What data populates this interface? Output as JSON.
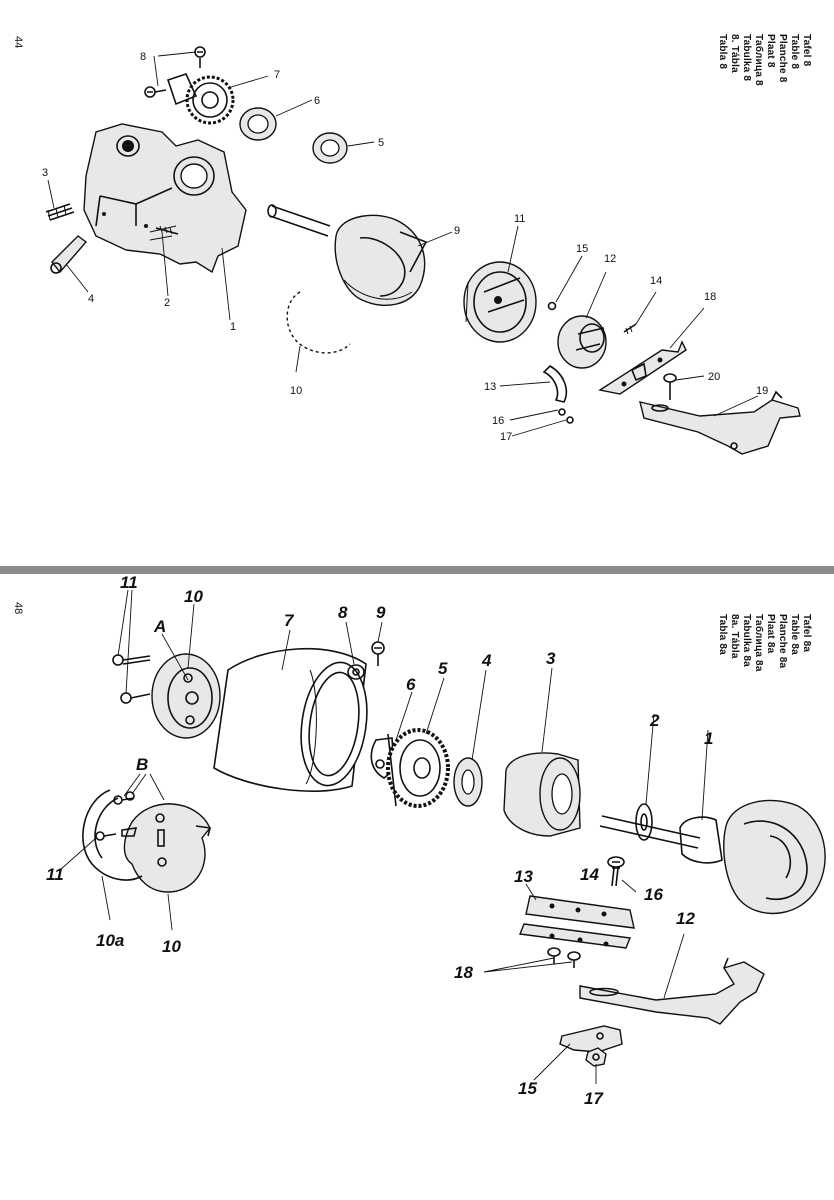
{
  "page_top": {
    "page_number": "44",
    "plate_titles": [
      "Tafel 8",
      "Table 8",
      "Planche 8",
      "Plaat 8",
      "Таблица 8",
      "Tabulka 8",
      "8. Tábla",
      "Tabla 8"
    ],
    "callouts": [
      "1",
      "2",
      "3",
      "4",
      "5",
      "6",
      "7",
      "8",
      "9",
      "10",
      "11",
      "12",
      "13",
      "14",
      "15",
      "16",
      "17",
      "18",
      "19",
      "20"
    ]
  },
  "page_bottom": {
    "page_number": "48",
    "plate_titles": [
      "Tafel 8a",
      "Table 8a",
      "Planche 8a",
      "Plaat 8a",
      "Таблица 8a",
      "Tabulka 8a",
      "8a. Tábla",
      "Tabla 8a"
    ],
    "callouts": [
      "11",
      "10",
      "7",
      "8",
      "9",
      "6",
      "5",
      "4",
      "3",
      "2",
      "1",
      "A",
      "B",
      "11",
      "10a",
      "10",
      "13",
      "14",
      "16",
      "12",
      "18",
      "15",
      "17"
    ]
  }
}
